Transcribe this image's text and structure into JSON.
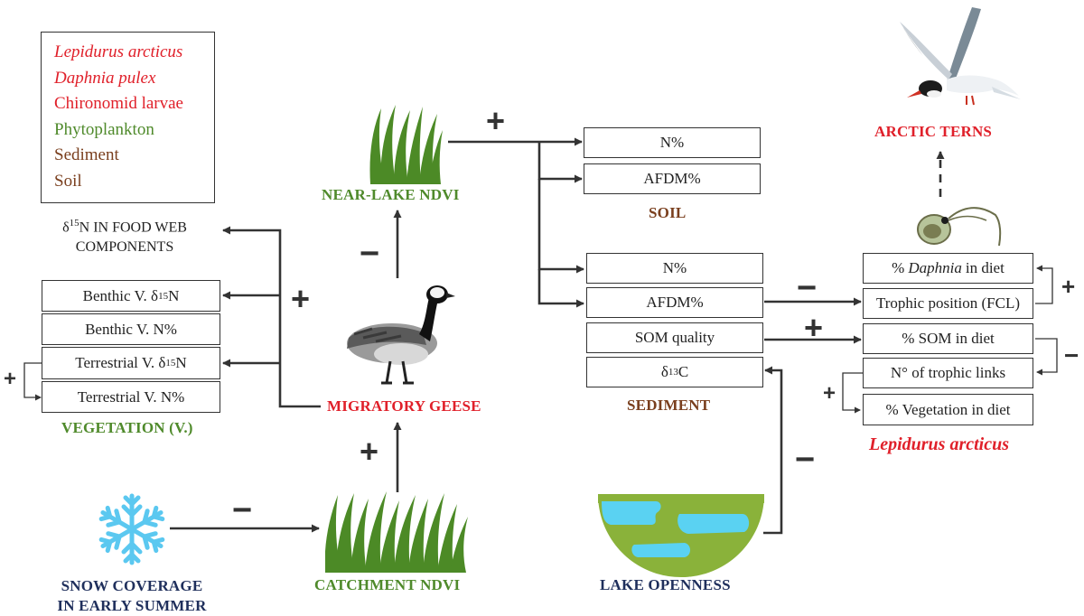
{
  "legend": {
    "items": [
      {
        "label": "Lepidurus arcticus",
        "color": "#e0202a",
        "italic": true
      },
      {
        "label": "Daphnia pulex",
        "color": "#e0202a",
        "italic": true
      },
      {
        "label": "Chironomid larvae",
        "color": "#e0202a",
        "italic": false
      },
      {
        "label": "Phytoplankton",
        "color": "#4f8a2b",
        "italic": false
      },
      {
        "label": "Sediment",
        "color": "#7a3f1e",
        "italic": false
      },
      {
        "label": "Soil",
        "color": "#7a3f1e",
        "italic": false
      }
    ]
  },
  "food_web": {
    "delta": "δ",
    "sup": "15",
    "rest": "N IN FOOD WEB",
    "line2": "COMPONENTS"
  },
  "vegetation": {
    "benthic_d15n": {
      "pre": "Benthic V. δ",
      "sup": "15",
      "post": "N"
    },
    "benthic_n": "Benthic V. N%",
    "terrestrial_d15n": {
      "pre": "Terrestrial V. δ",
      "sup": "15",
      "post": "N"
    },
    "terrestrial_n": "Terrestrial V. N%",
    "title": "VEGETATION (V.)"
  },
  "nodes": {
    "near_lake": "NEAR-LAKE NDVI",
    "geese": "MIGRATORY GEESE",
    "snow_line1": "SNOW COVERAGE",
    "snow_line2": "IN EARLY SUMMER",
    "catchment": "CATCHMENT NDVI",
    "lake": "LAKE OPENNESS",
    "terns": "ARCTIC TERNS",
    "lepidurus": "Lepidurus arcticus"
  },
  "soil": {
    "n": "N%",
    "afdm": "AFDM%",
    "title": "SOIL"
  },
  "sediment": {
    "n": "N%",
    "afdm": "AFDM%",
    "som": "SOM quality",
    "d13c": {
      "pre": "δ",
      "sup": "13",
      "post": "C"
    },
    "title": "SEDIMENT"
  },
  "diet": {
    "daphnia": {
      "pre": "% ",
      "it": "Daphnia",
      "post": " in diet"
    },
    "trophic": "Trophic position (FCL)",
    "som": "% SOM in diet",
    "links": "N° of trophic links",
    "vegetation": "% Vegetation in diet"
  },
  "signs": {
    "plus": "+",
    "minus": "−"
  },
  "colors": {
    "red": "#e0202a",
    "green": "#4f8a2b",
    "brown": "#7a3f1e",
    "navy": "#1f2f5c",
    "snow_blue": "#5bc8f0",
    "grass": "#4c8a26"
  },
  "icons": [
    "grass-icon",
    "goose-icon",
    "snowflake-icon",
    "lake-icon",
    "tern-icon",
    "daphnia-icon"
  ]
}
